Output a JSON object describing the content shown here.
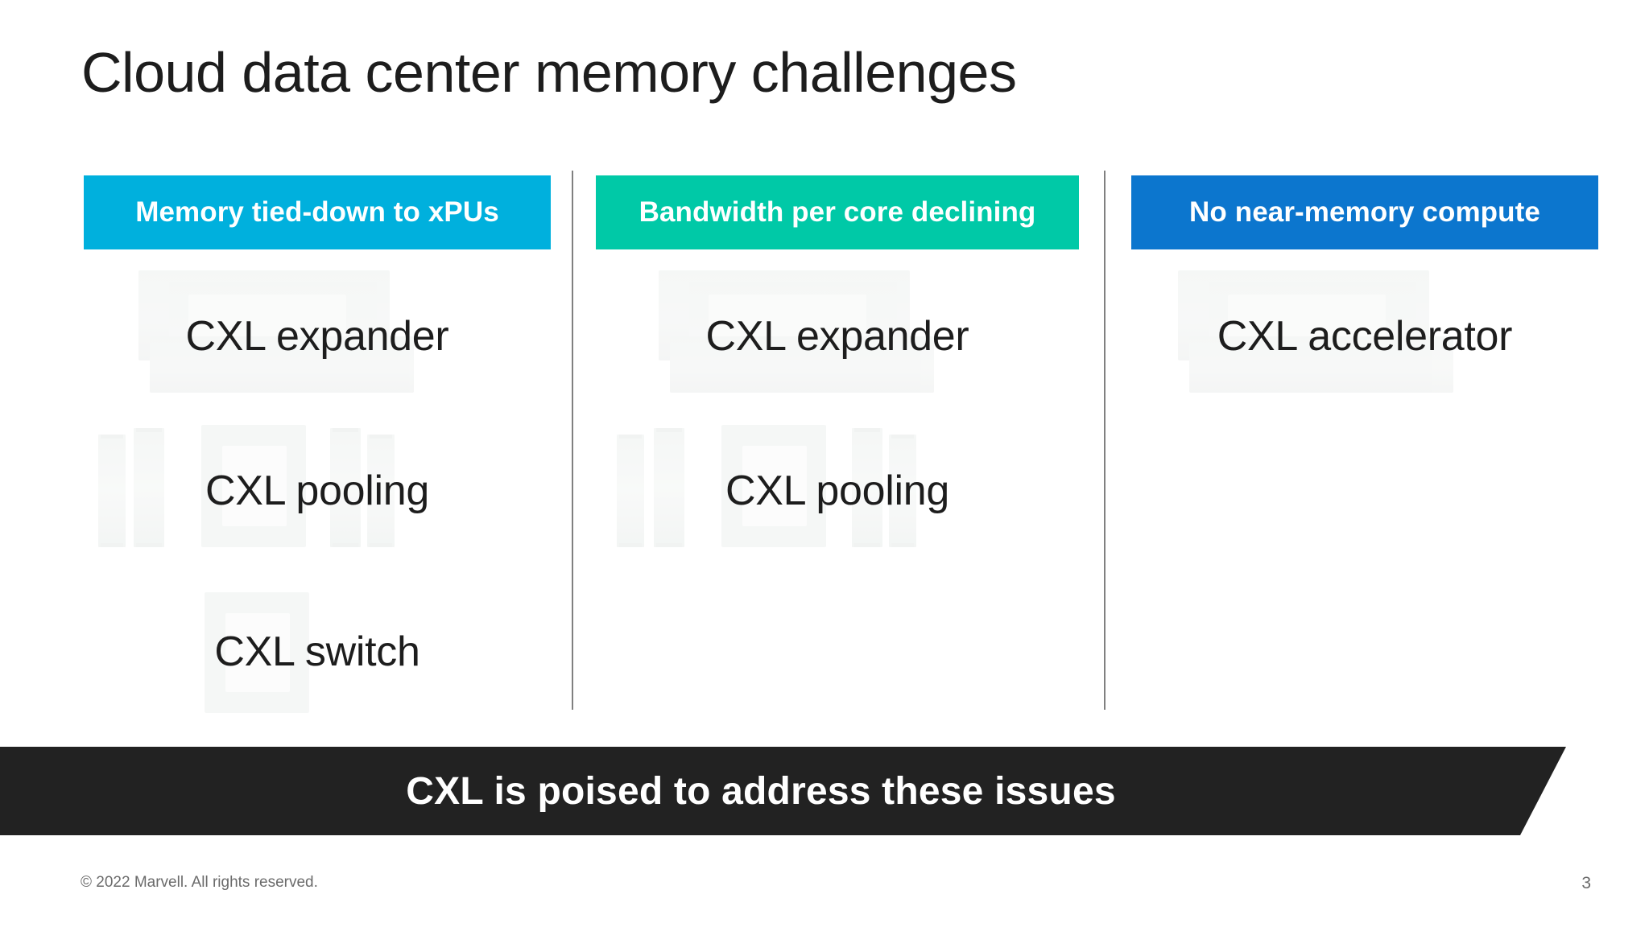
{
  "slide": {
    "title": "Cloud data center memory challenges",
    "page_number": "3",
    "copyright": "© 2022 Marvell. All rights reserved.",
    "background_color": "#ffffff",
    "title_color": "#1d1d1d"
  },
  "columns": [
    {
      "header": "Memory tied-down to xPUs",
      "header_color": "#00B0DD",
      "header_text_color": "#ffffff",
      "items": [
        {
          "label": "CXL expander",
          "art": "board"
        },
        {
          "label": "CXL pooling",
          "art": "pooling"
        },
        {
          "label": "CXL switch",
          "art": "switch"
        }
      ]
    },
    {
      "header": "Bandwidth per core declining",
      "header_color": "#00C9A7",
      "header_text_color": "#ffffff",
      "items": [
        {
          "label": "CXL expander",
          "art": "board"
        },
        {
          "label": "CXL pooling",
          "art": "pooling"
        }
      ]
    },
    {
      "header": "No near-memory compute",
      "header_color": "#0C76CE",
      "header_text_color": "#ffffff",
      "items": [
        {
          "label": "CXL accelerator",
          "art": "board"
        }
      ]
    }
  ],
  "banner": {
    "text": "CXL is poised to address these issues",
    "background_color": "#222222",
    "text_color": "#ffffff"
  },
  "divider_color": "#808080"
}
